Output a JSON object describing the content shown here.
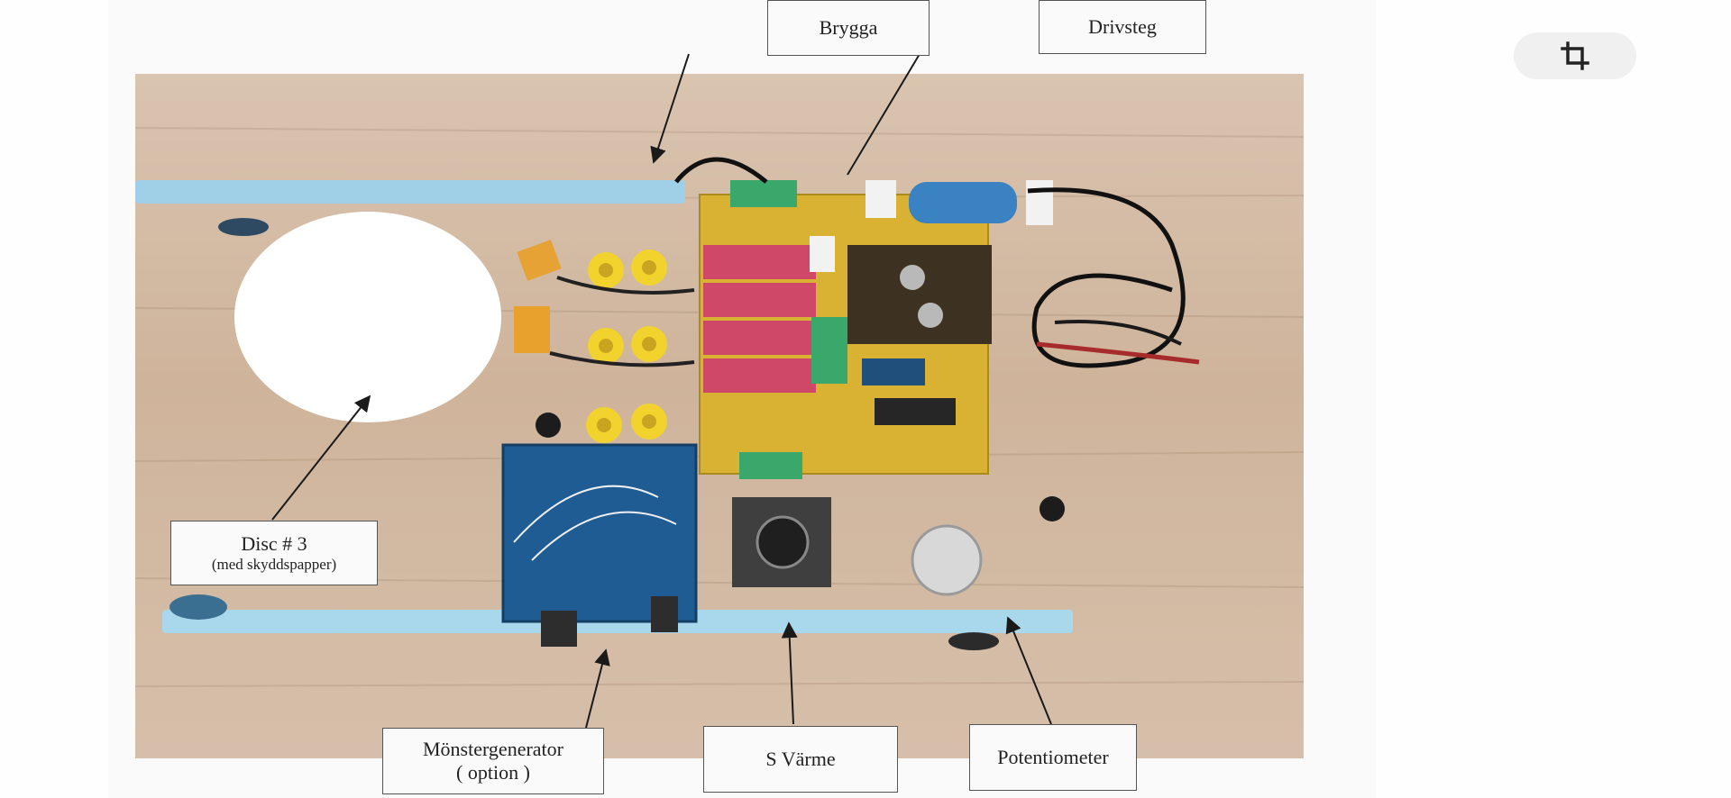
{
  "toolbar": {
    "crop_icon": "crop-icon"
  },
  "labels": {
    "brygga": "Brygga",
    "drivsteg": "Drivsteg",
    "disc_line1": "Disc # 3",
    "disc_line2": "(med skyddspapper)",
    "monstergenerator_line1": "Mönstergenerator",
    "monstergenerator_line2": "( option )",
    "s_varme": "S Värme",
    "potentiometer": "Potentiometer"
  },
  "colors": {
    "board_wood": "#d2b8a0",
    "pcb_yellow": "#d9b233",
    "resistor_red": "#cf4868",
    "rail_blue": "#9fd0e8",
    "arduino_blue": "#1f5c94",
    "capacitor_blue": "#3a82c2",
    "terminal_green": "#3aa86b"
  }
}
